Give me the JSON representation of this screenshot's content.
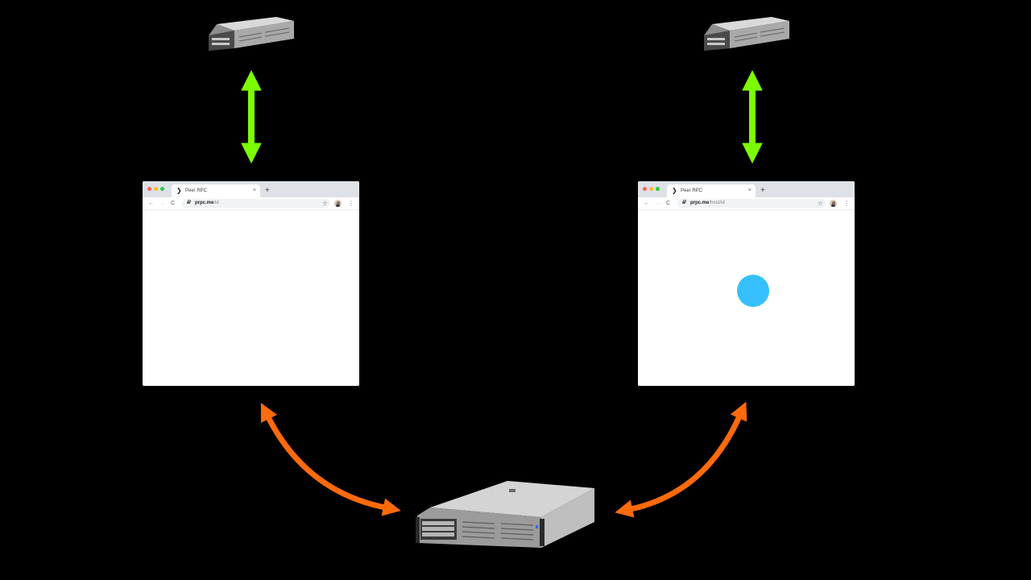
{
  "browsers": {
    "left": {
      "tab_title": "Peer RPC",
      "url_host": "prpc.me",
      "url_path": "/id",
      "new_tab": "+",
      "tab_close": "×"
    },
    "right": {
      "tab_title": "Peer RPC",
      "url_host": "prpc.me",
      "url_path": "/host/id",
      "new_tab": "+",
      "tab_close": "×"
    }
  },
  "icons": {
    "tab": "chevron-right-icon",
    "back": "arrow-left-icon",
    "forward": "arrow-right-icon",
    "reload": "reload-icon",
    "lock": "lock-icon",
    "star": "star-icon",
    "menu": "kebab-menu-icon"
  },
  "colors": {
    "background": "#000000",
    "green_arrow": "#7CFC00",
    "orange_arrow": "#FF6A0A",
    "shared_dot": "#36C0FF"
  }
}
